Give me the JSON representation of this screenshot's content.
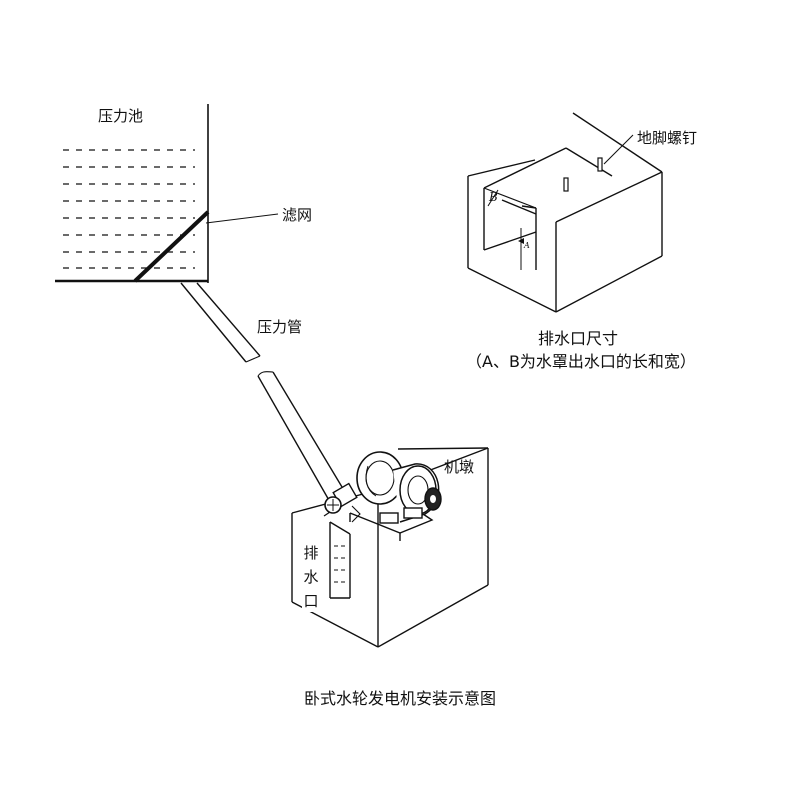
{
  "labels": {
    "pressure_tank": "压力池",
    "filter_screen": "滤网",
    "penstock": "压力管",
    "anchor_bolt": "地脚螺钉",
    "machine_pier": "机墩",
    "outlet_dim_title": "排水口尺寸",
    "outlet_dim_note": "（A、B为水罩出水口的长和宽）",
    "drain_outlet": [
      "排",
      "水",
      "口"
    ],
    "caption": "卧式水轮发电机安装示意图"
  },
  "dims": {
    "a": "A",
    "b": "B"
  }
}
